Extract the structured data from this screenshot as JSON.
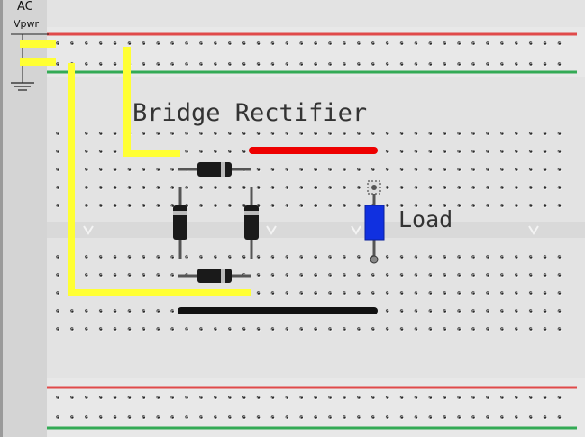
{
  "source": {
    "label_main": "AC",
    "label_sub": "Vpwr"
  },
  "circuit": {
    "title": "Bridge Rectifier",
    "load_label": "Load",
    "wire_colors": {
      "supply": "#ffff33",
      "positive": "#ee0000",
      "negative": "#111111"
    },
    "rail_colors": {
      "positive": "#e04a4a",
      "ground": "#33aa55"
    },
    "resistor_color": "#1030e0",
    "diode_count": 4
  }
}
